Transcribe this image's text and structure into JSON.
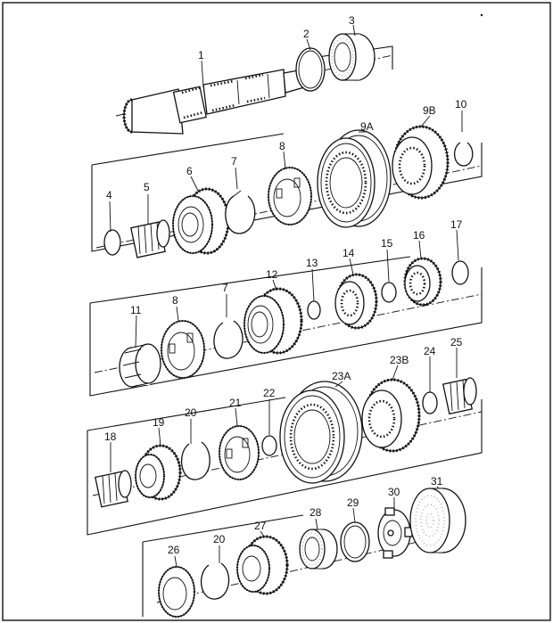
{
  "labels": {
    "l1": "1",
    "l2": "2",
    "l3": "3",
    "l4": "4",
    "l5": "5",
    "l6": "6",
    "l7a": "7",
    "l8a": "8",
    "l9a": "9A",
    "l9b": "9B",
    "l10": "10",
    "l11": "11",
    "l8b": "8",
    "l7b": "7",
    "l12": "12",
    "l13": "13",
    "l14": "14",
    "l15": "15",
    "l16": "16",
    "l17": "17",
    "l18": "18",
    "l19": "19",
    "l20a": "20",
    "l21": "21",
    "l22": "22",
    "l23a": "23A",
    "l23b": "23B",
    "l24": "24",
    "l25": "25",
    "l26": "26",
    "l20b": "20",
    "l27": "27",
    "l28": "28",
    "l29": "29",
    "l30": "30",
    "l31": "31"
  }
}
